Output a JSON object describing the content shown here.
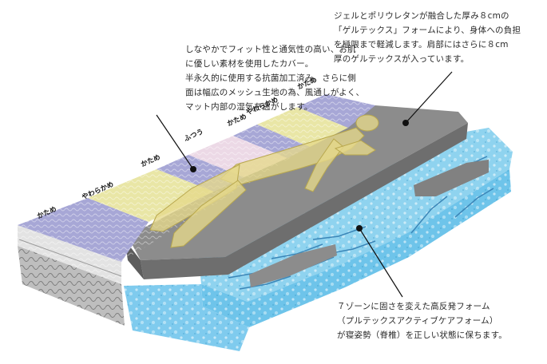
{
  "notes": {
    "cover": [
      "しなやかでフィット性と通気性の高い、お肌",
      "に優しい素材を使用したカバー。",
      "半永久的に使用する抗菌加工済み。さらに側",
      "面は幅広のメッシュ生地の為、風通しがよく、",
      "マット内部の湿気を逃がします。"
    ],
    "gel": [
      "ジェルとポリウレタンが融合した厚み８cmの",
      "「ゲルテックス」フォームにより、身体への負担",
      "を極限まで軽減します。肩部にはさらに８cm",
      "厚のゲルテックスが入っています。"
    ],
    "foam": [
      "７ゾーンに固さを変えた高反発フォーム",
      "（プルテックスアクティブケアフォーム）",
      "が寝姿勢（脊椎）を正しい状態に保ちます。"
    ]
  },
  "zones": [
    "かため",
    "やわらかめ",
    "かため",
    "ふつう",
    "かため",
    "やわらかめ",
    "かため"
  ],
  "colors": {
    "zone_hard": "#a7a7d6",
    "zone_soft": "#e9e6a6",
    "zone_medium": "#ecd9e6",
    "gel_foam": "#8c8c8c",
    "blue_foam": "#8fd3ef",
    "body": "#e6d98a"
  }
}
